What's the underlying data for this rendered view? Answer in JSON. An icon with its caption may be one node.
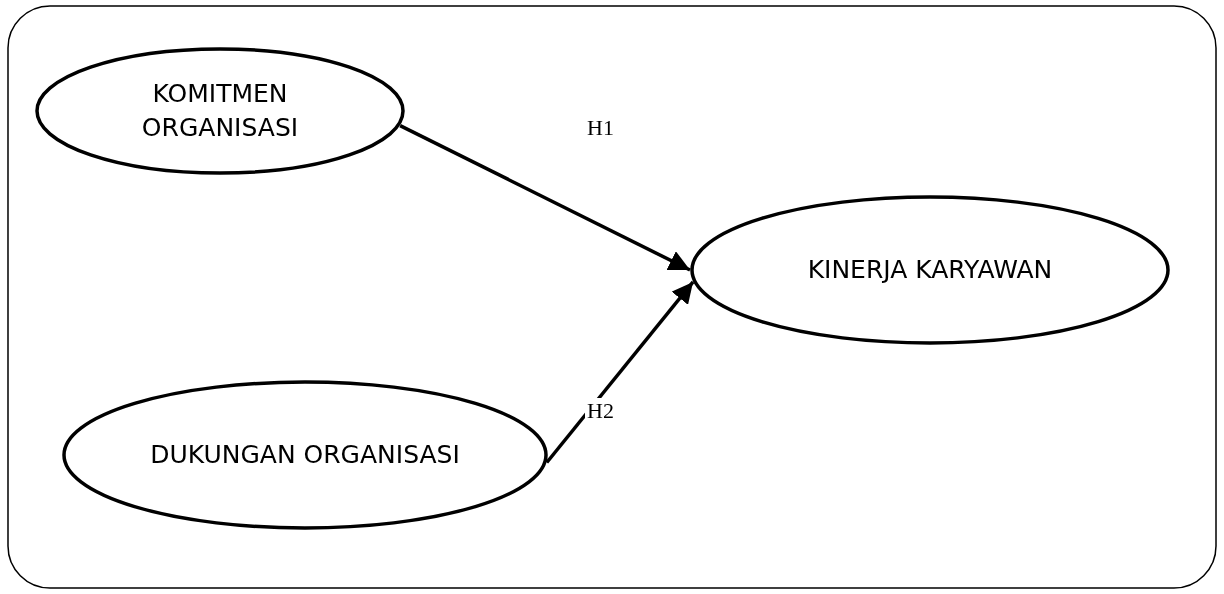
{
  "diagram": {
    "nodes": [
      {
        "text": [
          "KOMITMEN ORGANISASI"
        ]
      },
      {
        "text": [
          "KINERJA KARYAWAN"
        ]
      },
      {
        "text": [
          "DUKUNGAN ORGANISASI"
        ]
      }
    ],
    "edges": [
      {
        "from": 0,
        "to": 1,
        "arrow": "to",
        "label": "H1"
      },
      {
        "from": 2,
        "to": 1,
        "arrow": "to",
        "label": "H2"
      }
    ]
  }
}
